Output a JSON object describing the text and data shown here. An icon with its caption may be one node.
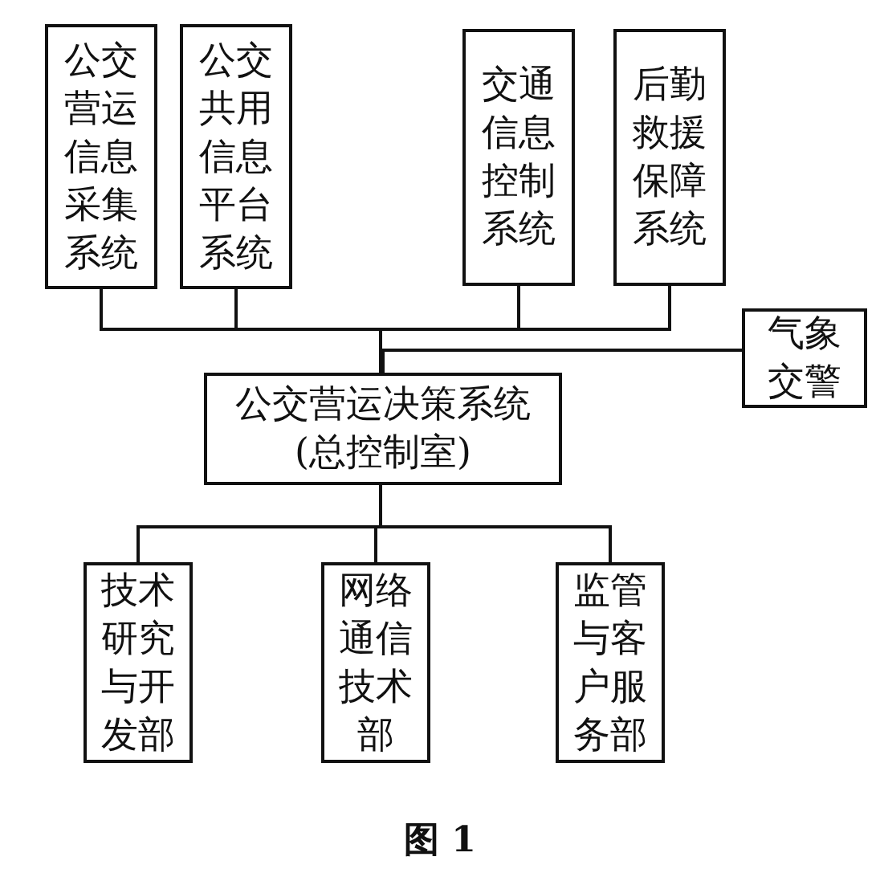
{
  "diagram": {
    "caption": "图 1",
    "nodes": [
      {
        "text": [
          "公交营运信息采集系统"
        ]
      },
      {
        "text": [
          "公交共用信息平台系统"
        ]
      },
      {
        "text": [
          "交通信息控制系统"
        ]
      },
      {
        "text": [
          "后勤救援保障系统"
        ]
      },
      {
        "text": [
          "气象交警"
        ]
      },
      {
        "text": [
          "公交营运决策系统(总控制室)"
        ]
      },
      {
        "text": [
          "技术研究与开发部"
        ]
      },
      {
        "text": [
          "网络通信技术部"
        ]
      },
      {
        "text": [
          "监管与客户服务部"
        ]
      }
    ],
    "edges": [
      {
        "from": 0,
        "to": 5,
        "arrow": "none"
      },
      {
        "from": 1,
        "to": 5,
        "arrow": "none"
      },
      {
        "from": 2,
        "to": 5,
        "arrow": "none"
      },
      {
        "from": 3,
        "to": 5,
        "arrow": "none"
      },
      {
        "from": 4,
        "to": 5,
        "arrow": "none"
      },
      {
        "from": 5,
        "to": 6,
        "arrow": "none"
      },
      {
        "from": 5,
        "to": 7,
        "arrow": "none"
      },
      {
        "from": 5,
        "to": 8,
        "arrow": "none"
      }
    ]
  }
}
